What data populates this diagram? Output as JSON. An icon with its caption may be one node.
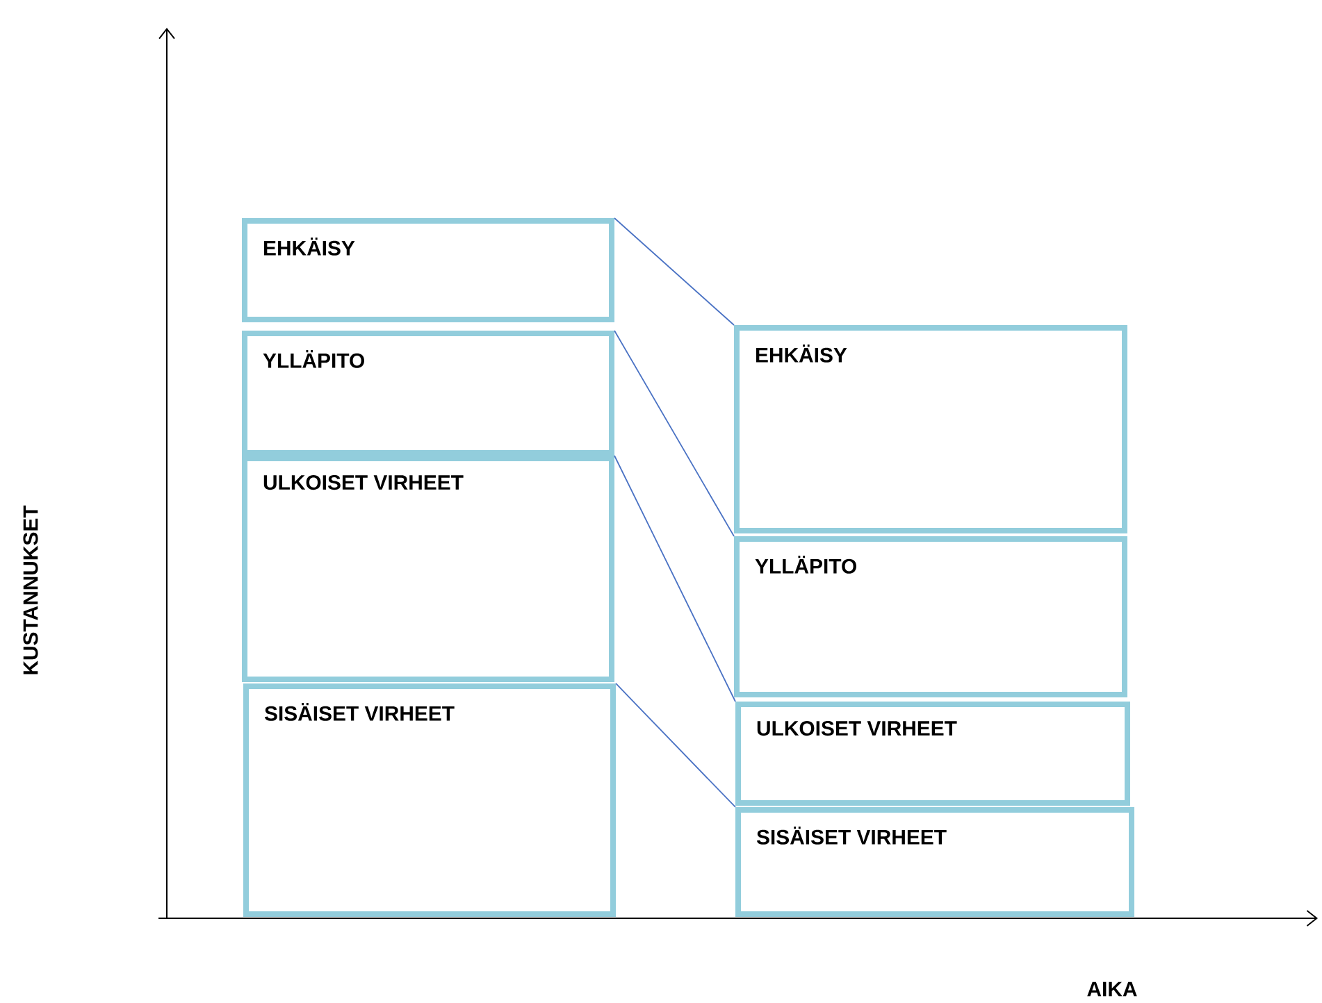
{
  "diagram": {
    "nodes": [
      {
        "text": [
          "EHKÄISY"
        ]
      },
      {
        "text": [
          "YLLÄPITO"
        ]
      },
      {
        "text": [
          "ULKOISET VIRHEET"
        ]
      },
      {
        "text": [
          "SISÄISET VIRHEET"
        ]
      },
      {
        "text": [
          "EHKÄISY"
        ]
      },
      {
        "text": [
          "YLLÄPITO"
        ]
      },
      {
        "text": [
          "ULKOISET VIRHEET"
        ]
      },
      {
        "text": [
          "SISÄISET VIRHEET"
        ]
      }
    ],
    "edges": [
      {
        "from": 0,
        "to": 4,
        "arrow": "none"
      },
      {
        "from": 1,
        "to": 5,
        "arrow": "none"
      },
      {
        "from": 2,
        "to": 6,
        "arrow": "none"
      },
      {
        "from": 3,
        "to": 7,
        "arrow": "none"
      }
    ],
    "labels": [
      "KUSTANNUKSET",
      "AIKA"
    ]
  }
}
